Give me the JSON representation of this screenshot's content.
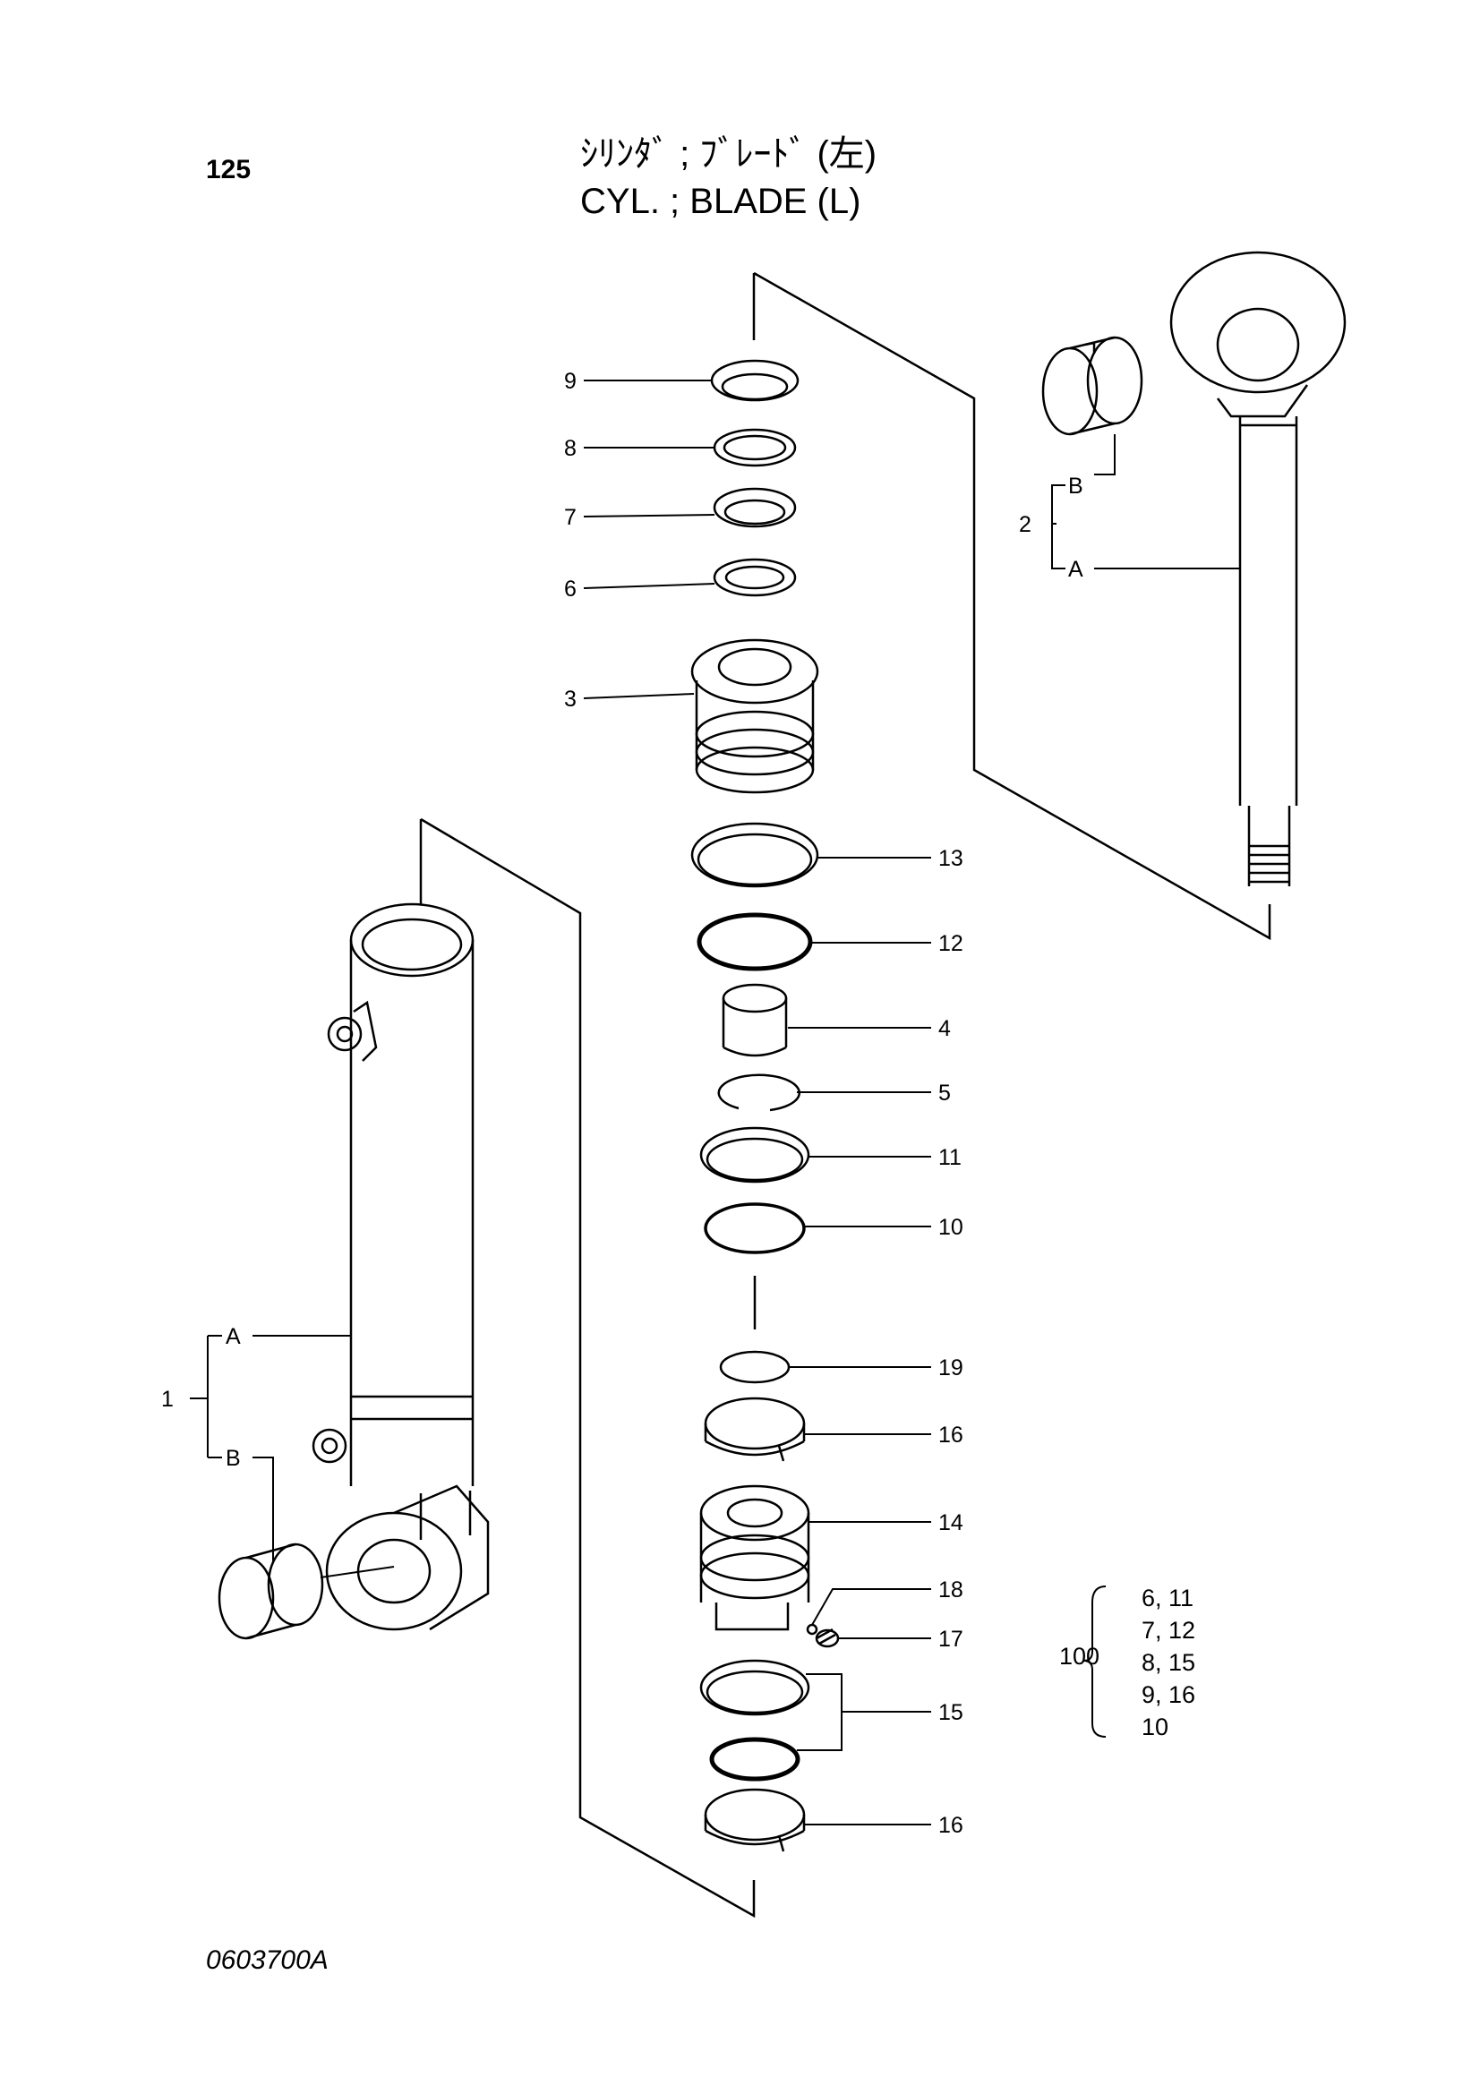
{
  "header": {
    "page_number": "125",
    "title_jp": "ｼﾘﾝﾀﾞ ; ﾌﾞﾚｰﾄﾞ (左)",
    "title_en": "CYL. ; BLADE (L)"
  },
  "footer": {
    "drawing_code": "0603700A"
  },
  "callouts": {
    "c9": "9",
    "c8": "8",
    "c7": "7",
    "c6": "6",
    "c3": "3",
    "c13": "13",
    "c12": "12",
    "c4": "4",
    "c5": "5",
    "c11": "11",
    "c10": "10",
    "c19": "19",
    "c16a": "16",
    "c14": "14",
    "c18": "18",
    "c17": "17",
    "c15": "15",
    "c16b": "16",
    "c2": "2",
    "c2A": "A",
    "c2B": "B",
    "c1": "1",
    "c1A": "A",
    "c1B": "B"
  },
  "seal_kit": {
    "number": "100",
    "rows": [
      "6,  11",
      "7,  12",
      "8,  15",
      "9,  16",
      "10"
    ]
  }
}
